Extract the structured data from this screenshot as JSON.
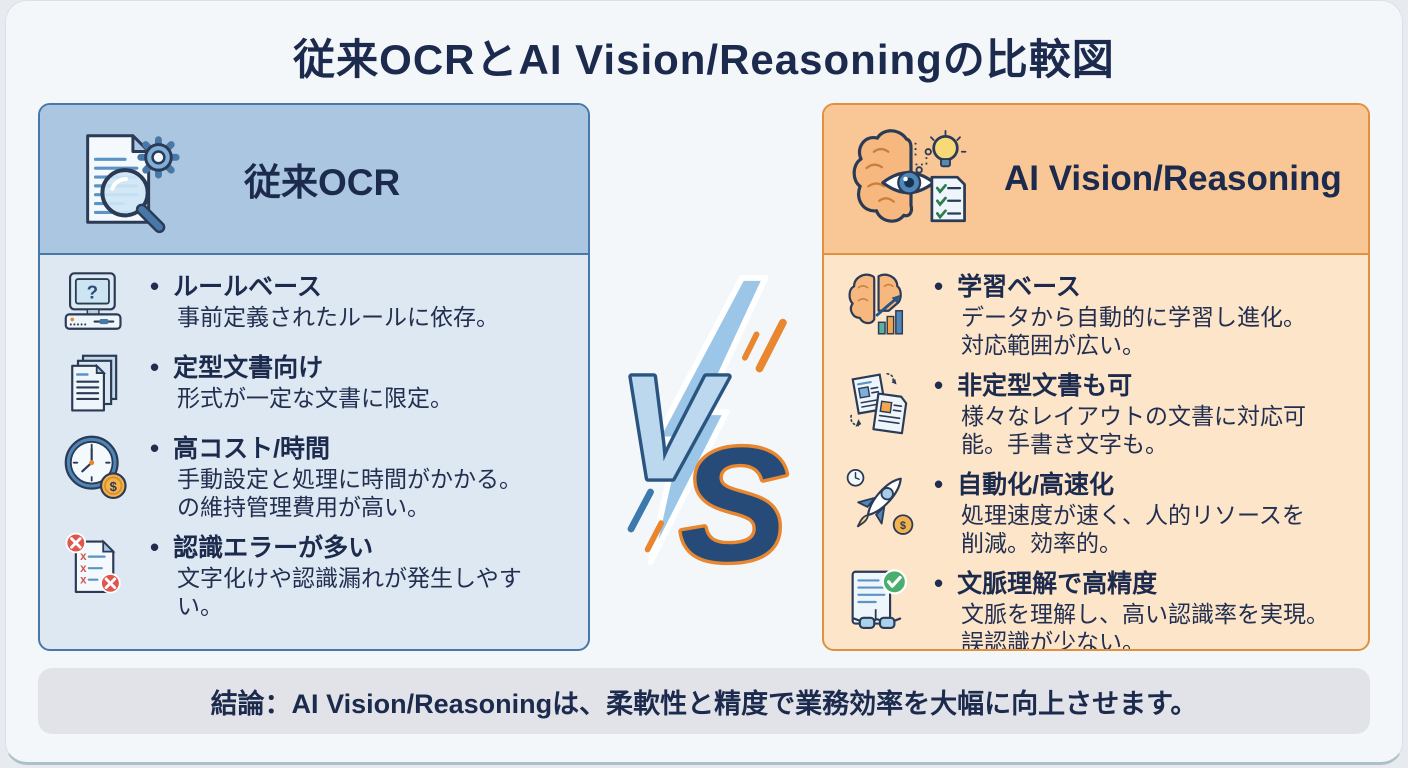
{
  "title": "従来OCRとAI Vision/Reasoningの比較図",
  "bullet": "•",
  "glyphs": {
    "question": "?",
    "dollar": "$"
  },
  "colors": {
    "navy_text": "#1c2b4d",
    "left_border": "#4878a8",
    "left_header_bg": "#abc6e0",
    "left_body_bg": "#dde8f2",
    "right_border": "#e0913f",
    "right_header_bg": "#f8c795",
    "right_body_bg": "#fce5c9",
    "conclusion_bg": "#e2e3e8",
    "vs_light_blue": "#9cc6e8",
    "vs_dark_navy": "#274b78",
    "vs_orange": "#e8872f"
  },
  "left_panel": {
    "title": "従来OCR",
    "header_icon": "document-search-gear-icon",
    "items": [
      {
        "icon": "retro-computer-icon",
        "heading": "ルールベース",
        "lines": [
          "事前定義されたルールに依存。"
        ]
      },
      {
        "icon": "document-stack-icon",
        "heading": "定型文書向け",
        "lines": [
          "形式が一定な文書に限定。"
        ]
      },
      {
        "icon": "clock-money-icon",
        "heading": "高コスト/時間",
        "lines": [
          "手動設定と処理に時間がかかる。",
          "の維持管理費用が高い。"
        ]
      },
      {
        "icon": "error-document-icon",
        "heading": "認識エラーが多い",
        "lines": [
          "文字化けや認識漏れが発生しやす",
          "い。"
        ]
      }
    ]
  },
  "right_panel": {
    "title": "AI Vision/Reasoning",
    "header_icon": "brain-eye-bulb-checklist-icon",
    "items": [
      {
        "icon": "brain-growth-chart-icon",
        "heading": "学習ベース",
        "lines": [
          "データから自動的に学習し進化。",
          "対応範囲が広い。"
        ]
      },
      {
        "icon": "layout-documents-icon",
        "heading": "非定型文書も可",
        "lines": [
          "様々なレイアウトの文書に対応可",
          "能。手書き文字も。"
        ]
      },
      {
        "icon": "rocket-clock-money-icon",
        "heading": "自動化/高速化",
        "lines": [
          "処理速度が速く、人的リソースを",
          "削減。効率的。"
        ]
      },
      {
        "icon": "context-check-glasses-icon",
        "heading": "文脈理解で高精度",
        "lines": [
          "文脈を理解し、高い認識率を実現。",
          "誤認識が少ない。"
        ]
      }
    ]
  },
  "vs": {
    "v": "V",
    "s": "S"
  },
  "conclusion": "結論：AI Vision/Reasoningは、柔軟性と精度で業務効率を大幅に向上させます。"
}
